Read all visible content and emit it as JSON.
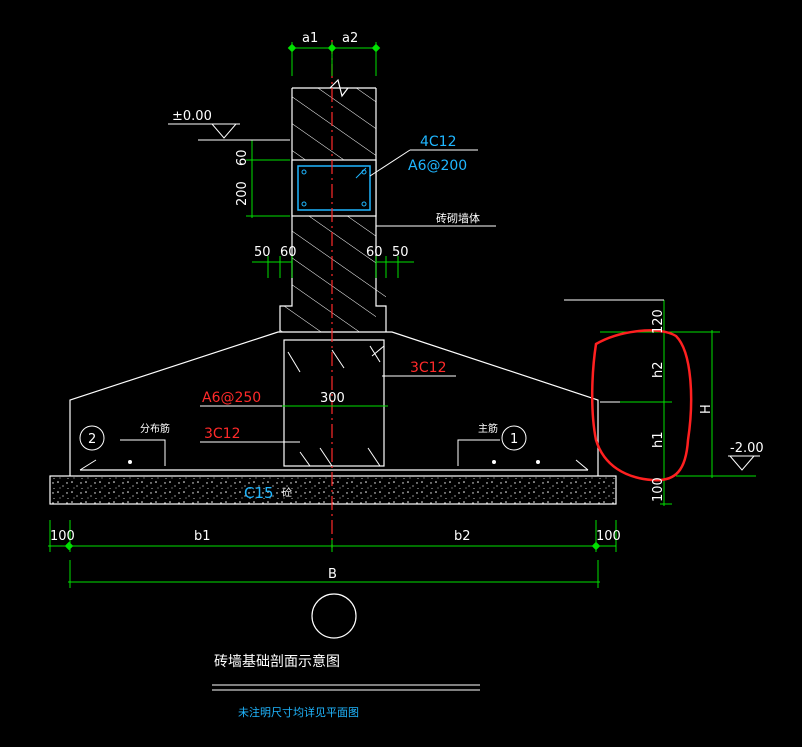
{
  "colors": {
    "background": "#000000",
    "white": "#ffffff",
    "green": "#00e000",
    "cyan": "#1fb6ff",
    "red": "#ff2a2a",
    "annotation": "#ff2020"
  },
  "labels": {
    "a1": "a1",
    "a2": "a2",
    "elev_top": "±0.00",
    "rebar_4c12": "4C12",
    "rebar_a6_200": "A6@200",
    "dim_60_top": "60",
    "dim_200": "200",
    "wall_label": "砖砌墙体",
    "dim_50_left": "50",
    "dim_60_left": "60",
    "dim_60_right": "60",
    "dim_50_right": "50",
    "dim_120": "120",
    "h2": "h2",
    "H": "H",
    "h1": "h1",
    "elev_bottom": "-2.00",
    "dim_100_right": "100",
    "rebar_3c12_top": "3C12",
    "dim_300": "300",
    "rebar_a6_250": "A6@250",
    "rebar_3c12_bottom": "3C12",
    "label_distribution": "分布筋",
    "label_main": "主筋",
    "circle_2": "2",
    "circle_1": "1",
    "concrete_grade": "C15",
    "concrete_suffix": "砼",
    "dim_100_left": "100",
    "b1": "b1",
    "b2": "b2",
    "dim_100_right_bottom": "100",
    "B": "B",
    "title": "砖墙基础剖面示意图",
    "note": "未注明尺寸均详见平面图"
  }
}
